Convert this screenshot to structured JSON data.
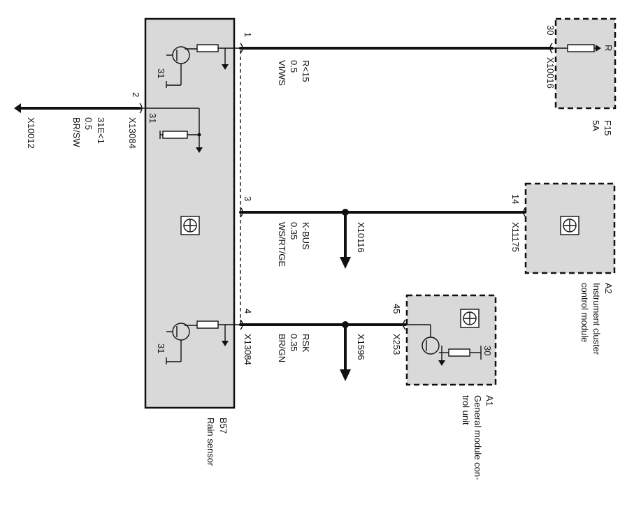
{
  "components": {
    "rain_sensor": {
      "id": "B57",
      "name": "Rain sensor"
    },
    "fuse": {
      "id": "F15",
      "rating": "5A",
      "contact": "R"
    },
    "cluster": {
      "id": "A2",
      "name_line1": "Instrument cluster",
      "name_line2": "control module"
    },
    "gm": {
      "id": "A1",
      "name_line1": "General module con-",
      "name_line2": "trol unit"
    }
  },
  "ground_label": "31",
  "wires": {
    "w1": {
      "pin": "1",
      "signal": "R<15",
      "size": "0.5",
      "color": "VI/WS",
      "far_pin": "30",
      "far_connector": "X10016"
    },
    "w2": {
      "pin": "2",
      "signal": "31E<1",
      "size": "0.5",
      "color": "BR/SW",
      "connector": "X13084",
      "ground_connector": "X10012"
    },
    "w3": {
      "pin": "3",
      "signal": "K-BUS",
      "size": "0.35",
      "color": "WS/RT/GE",
      "branch_connector": "X10116",
      "far_pin": "14",
      "far_connector": "X11175"
    },
    "w4": {
      "pin": "4",
      "signal": "RSK",
      "size": "0.35",
      "color": "BR/GN",
      "connector": "X13084",
      "branch_connector": "X1596",
      "far_pin": "45",
      "far_connector": "X253",
      "gm_internal_pin": "30"
    }
  }
}
